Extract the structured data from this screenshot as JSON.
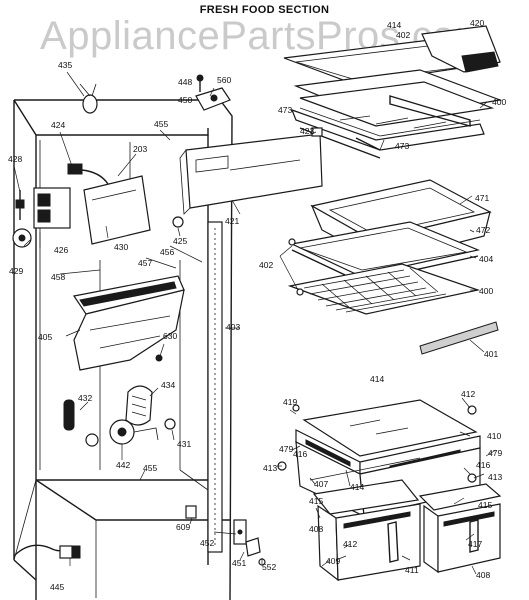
{
  "title": "FRESH FOOD SECTION",
  "watermark": "AppliancePartsPros.com",
  "part_labels": [
    "420",
    "414",
    "402",
    "400",
    "473",
    "473",
    "423",
    "448",
    "560",
    "450",
    "435",
    "455",
    "424",
    "203",
    "428",
    "426",
    "429",
    "430",
    "425",
    "421",
    "457",
    "458",
    "456",
    "405",
    "630",
    "403",
    "434",
    "432",
    "431",
    "442",
    "455",
    "609",
    "452",
    "451",
    "552",
    "445",
    "471",
    "472",
    "402",
    "404",
    "400",
    "401",
    "414",
    "419",
    "412",
    "410",
    "479",
    "479",
    "416",
    "413",
    "413",
    "414",
    "416",
    "407",
    "415",
    "415",
    "408",
    "412",
    "409",
    "411",
    "417",
    "408"
  ]
}
